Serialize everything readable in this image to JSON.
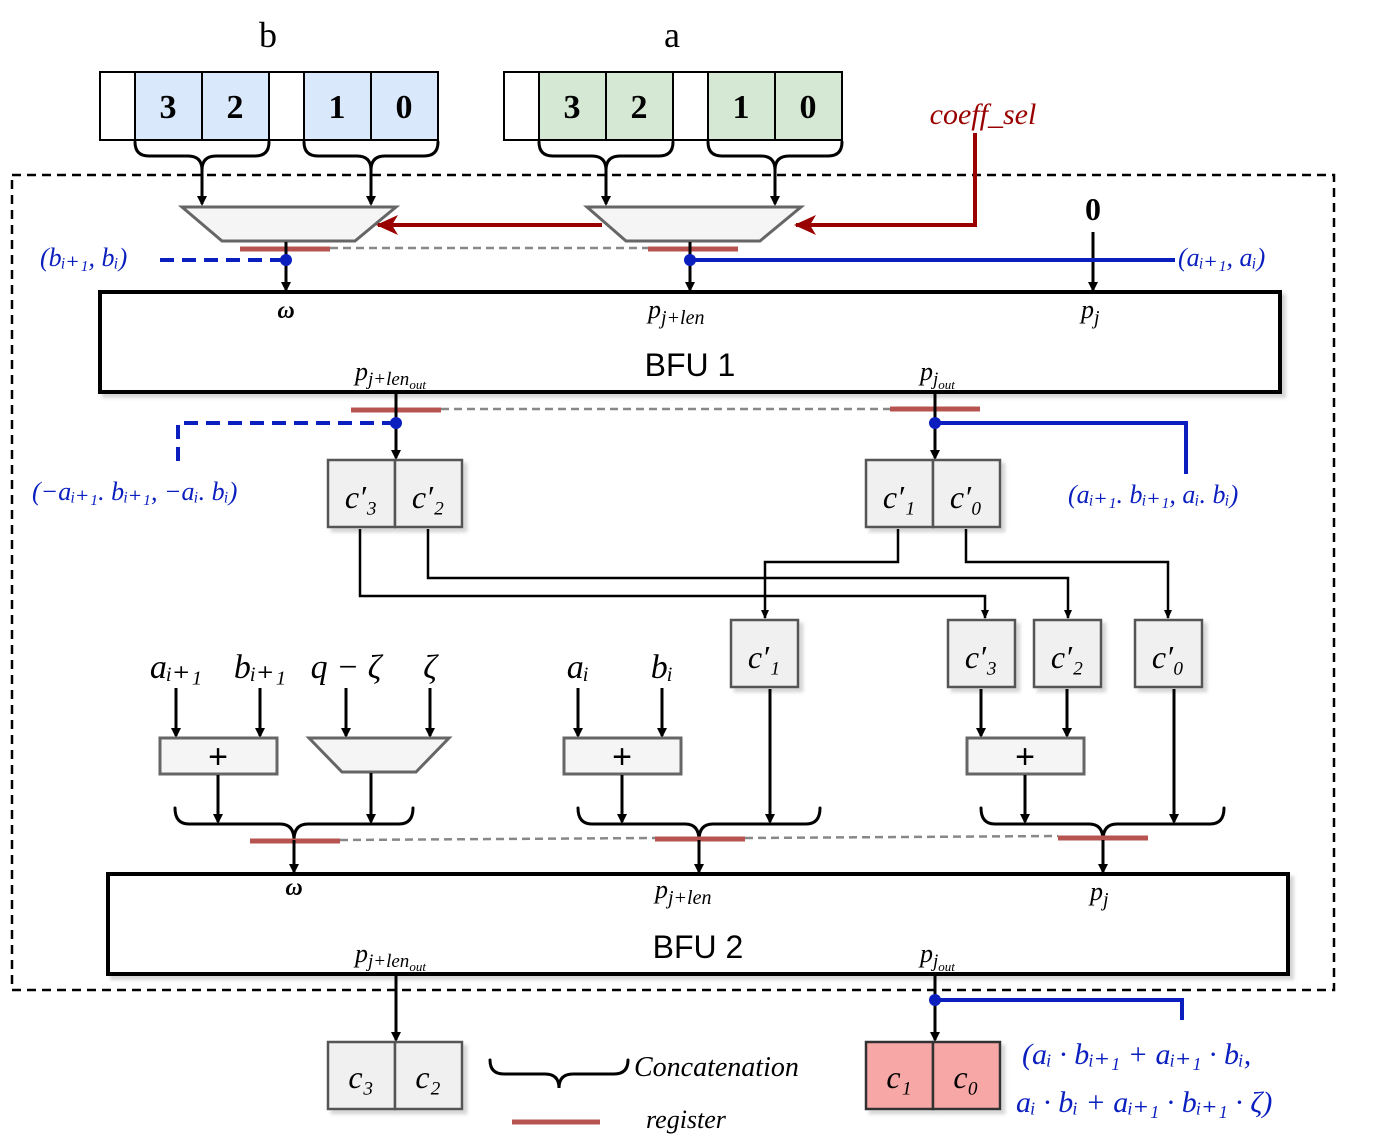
{
  "inputs": {
    "b_label": "b",
    "a_label": "a",
    "b_cells": [
      "",
      "3",
      "2",
      "",
      "1",
      "0"
    ],
    "a_cells": [
      "",
      "3",
      "2",
      "",
      "1",
      "0"
    ],
    "coeff_sel": "coeff_sel",
    "zero": "0"
  },
  "bfu1": {
    "title": "BFU 1",
    "in_w": "ω",
    "in_pjlen": "p",
    "in_pjlen_sub": "j+len",
    "in_pj": "p",
    "in_pj_sub": "j",
    "out_pjlen": "p",
    "out_pjlen_sub": "j+len",
    "out_pjlen_subsub": "out",
    "out_pj": "p",
    "out_pj_sub": "j",
    "out_pj_subsub": "out",
    "ann_left_in": "(bᵢ₊₁, bᵢ)",
    "ann_right_in": "(aᵢ₊₁, aᵢ)",
    "ann_left_out": "(−aᵢ₊₁. bᵢ₊₁, −aᵢ. bᵢ)",
    "ann_right_out": "(aᵢ₊₁. bᵢ₊₁, aᵢ. bᵢ)"
  },
  "mid": {
    "reg_left": [
      "c′₃",
      "c′₂"
    ],
    "reg_right": [
      "c′₁",
      "c′₀"
    ],
    "c1p": "c′₁",
    "c3p": "c′₃",
    "c2p": "c′₂",
    "c0p": "c′₀",
    "g1_in": [
      "aᵢ₊₁",
      "bᵢ₊₁",
      "q − ζ",
      "ζ"
    ],
    "g2_in": [
      "aᵢ",
      "bᵢ"
    ],
    "plus": "+"
  },
  "bfu2": {
    "title": "BFU 2",
    "in_w": "ω",
    "in_pjlen": "p",
    "in_pjlen_sub": "j+len",
    "in_pj": "p",
    "in_pj_sub": "j",
    "out_pjlen": "p",
    "out_pjlen_sub": "j+len",
    "out_pjlen_subsub": "out",
    "out_pj": "p",
    "out_pj_sub": "j",
    "out_pj_subsub": "out"
  },
  "outputs": {
    "left": [
      "c₃",
      "c₂"
    ],
    "right": [
      "c₁",
      "c₀"
    ],
    "ann_line1": "(aᵢ · bᵢ₊₁ + aᵢ₊₁ · bᵢ,",
    "ann_line2": "aᵢ · bᵢ + aᵢ₊₁ · bᵢ₊₁ · ζ)"
  },
  "legend": {
    "concat": "Concatenation",
    "register": "register"
  },
  "colors": {
    "b_fill": "#dae8fc",
    "a_fill": "#d5e8d4",
    "ctrl": "#990000",
    "blue": "#0b1fbf",
    "reg": "#b85450",
    "grey_fill": "#f5f5f5",
    "out_fill": "#f8a7a7"
  }
}
